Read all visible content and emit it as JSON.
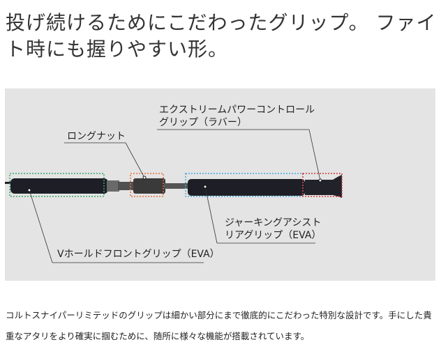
{
  "heading": "投げ続けるためにこだわったグリップ。 ファイト時にも握りやすい形。",
  "diagram": {
    "labels": {
      "extreme_line1": "エクストリームパワーコントロール",
      "extreme_line2": "グリップ（ラバー）",
      "long_nut": "ロングナット",
      "front_grip": "Vホールドフロントグリップ（EVA）",
      "rear_line1": "ジャーキングアシスト",
      "rear_line2": "リアグリップ（EVA）"
    },
    "box_colors": {
      "front_grip": "#3aa86a",
      "long_nut": "#e8703a",
      "rear_grip": "#4aa6de",
      "end_grip": "#d8383a"
    }
  },
  "description": "コルトスナイパーリミテッドのグリップは細かい部分にまで徹底的にこだわった特別な設計です。手にした貴重なアタリをより確実に掴むために、随所に様々な機能が搭載されています。"
}
